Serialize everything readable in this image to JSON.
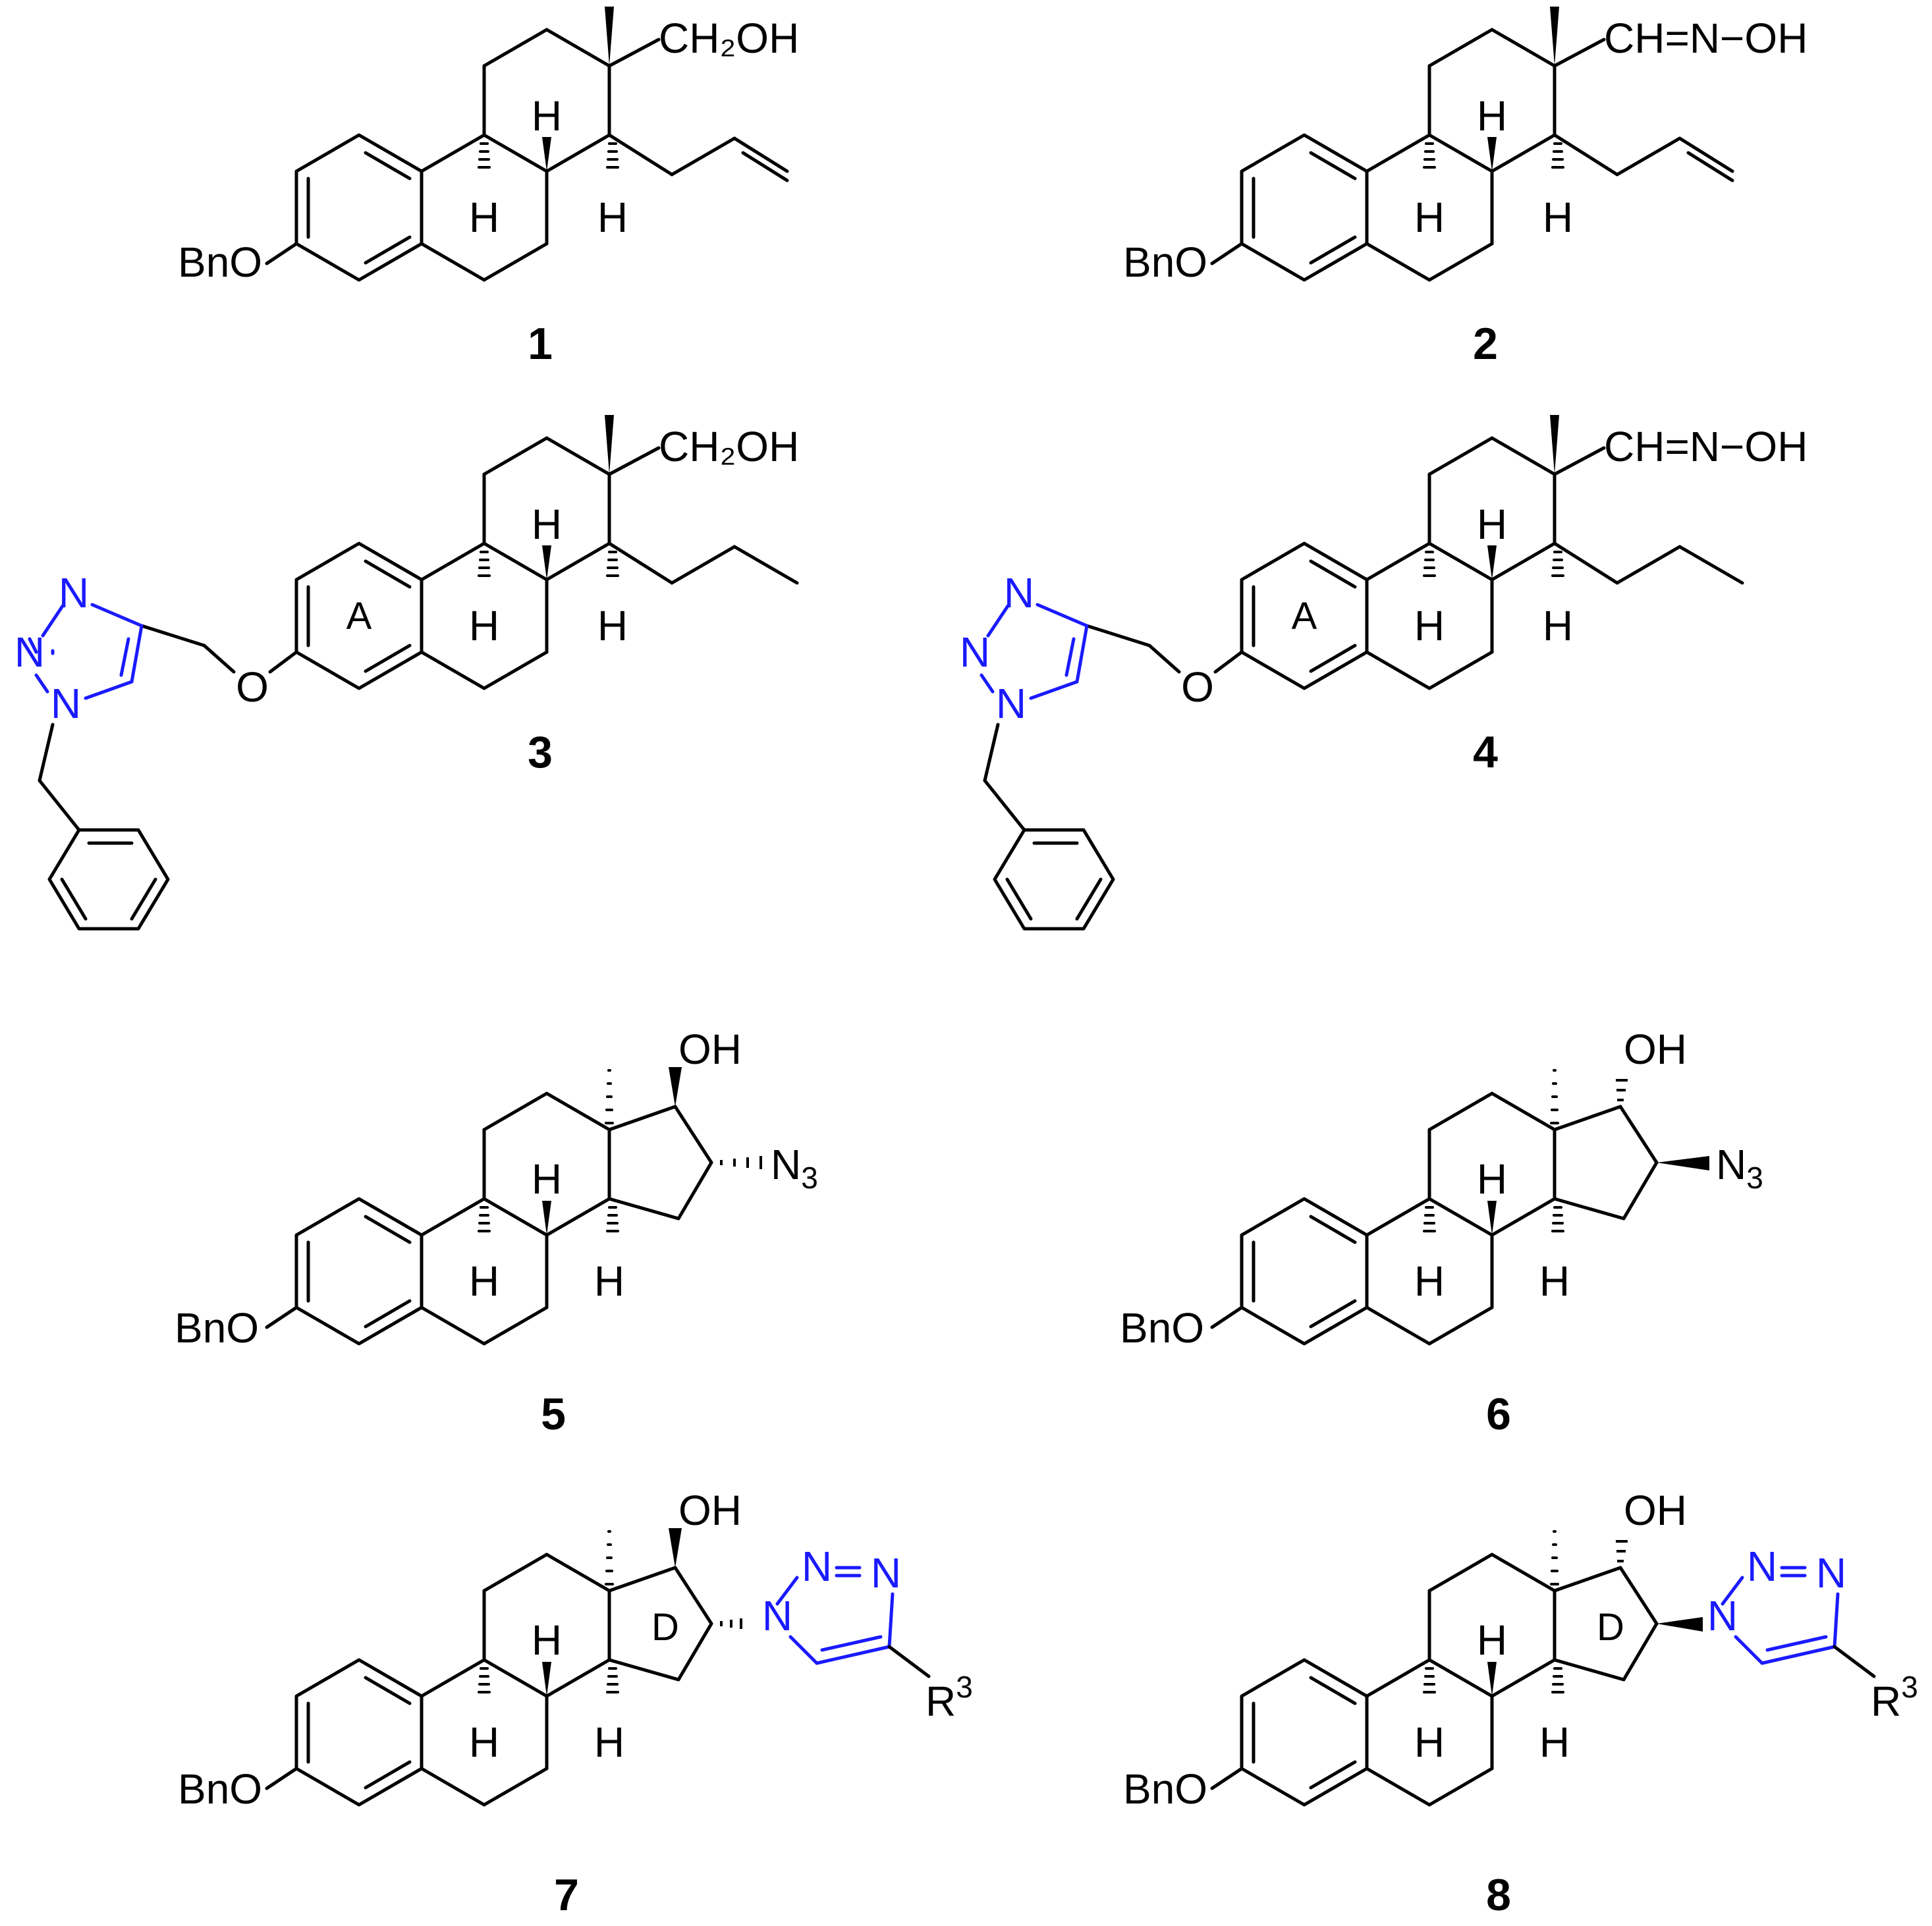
{
  "colors": {
    "bond": "#000000",
    "triazole": "#1a1aff"
  },
  "compounds": [
    {
      "id": "1",
      "sub_3": "BnO",
      "sub_17": "CH₂OH",
      "h": [
        "H",
        "H",
        "H"
      ]
    },
    {
      "id": "2",
      "sub_3": "BnO",
      "sub_17": "CH=N−OH",
      "h": [
        "H",
        "H",
        "H"
      ]
    },
    {
      "id": "3",
      "ring_a": "A",
      "sub_17": "CH₂OH",
      "h": [
        "H",
        "H",
        "H"
      ],
      "o": "O",
      "triazole_n": [
        "N",
        "N",
        "N"
      ]
    },
    {
      "id": "4",
      "ring_a": "A",
      "sub_17": "CH=N−OH",
      "h": [
        "H",
        "H",
        "H"
      ],
      "o": "O",
      "triazole_n": [
        "N",
        "N",
        "N"
      ]
    },
    {
      "id": "5",
      "sub_3": "BnO",
      "oh": "OH",
      "azide": "N",
      "azide_sub": "3",
      "h": [
        "H",
        "H"
      ]
    },
    {
      "id": "6",
      "sub_3": "BnO",
      "oh": "OH",
      "azide": "N",
      "azide_sub": "3",
      "h": [
        "H",
        "H"
      ]
    },
    {
      "id": "7",
      "sub_3": "BnO",
      "oh": "OH",
      "ring_d": "D",
      "r": "R",
      "r_sup": "3",
      "triazole_n": [
        "N",
        "N",
        "N"
      ],
      "h": [
        "H",
        "H"
      ]
    },
    {
      "id": "8",
      "sub_3": "BnO",
      "oh": "OH",
      "ring_d": "D",
      "r": "R",
      "r_sup": "3",
      "triazole_n": [
        "N",
        "N",
        "N"
      ],
      "h": [
        "H",
        "H"
      ]
    }
  ]
}
